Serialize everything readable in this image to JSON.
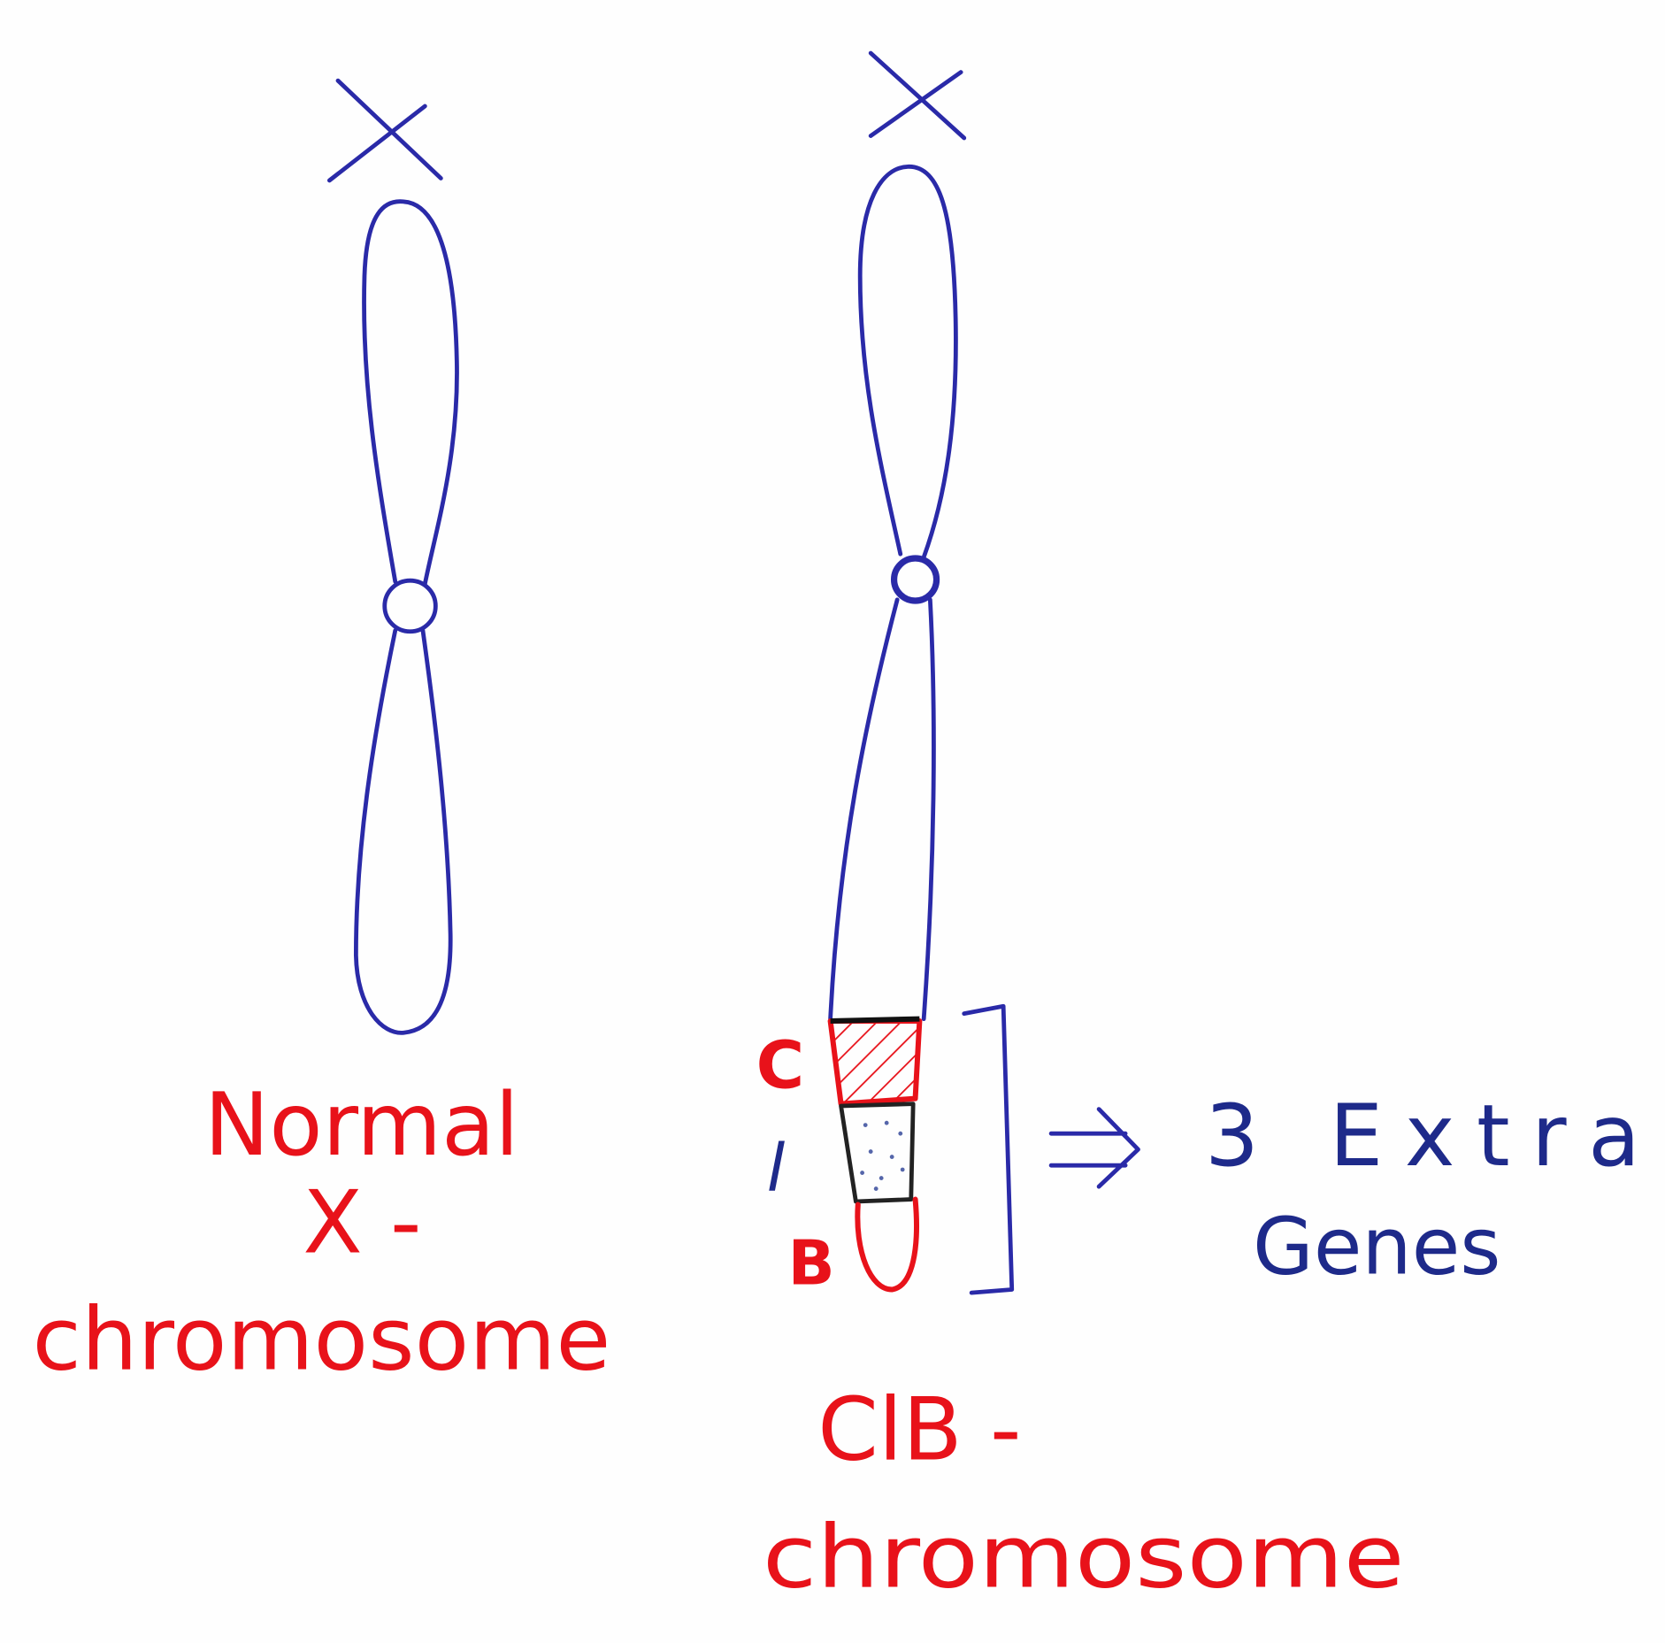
{
  "colors": {
    "chromosome_outline": "#2a2aa8",
    "label_red": "#e8121a",
    "label_blue": "#1e2a8a",
    "background": "#fefefe"
  },
  "normal": {
    "top_label": "X",
    "caption_line1": "Normal",
    "caption_line2": "X -",
    "caption_line3": "chromosome"
  },
  "clb": {
    "top_label": "X",
    "region_c": "C",
    "region_l": "l",
    "region_b": "B",
    "caption_line1": "ClB -",
    "caption_line2": "chromosome"
  },
  "annotation": {
    "arrow_icon": "double-arrow-right",
    "line1": "3 Extra",
    "line2": "Genes"
  }
}
